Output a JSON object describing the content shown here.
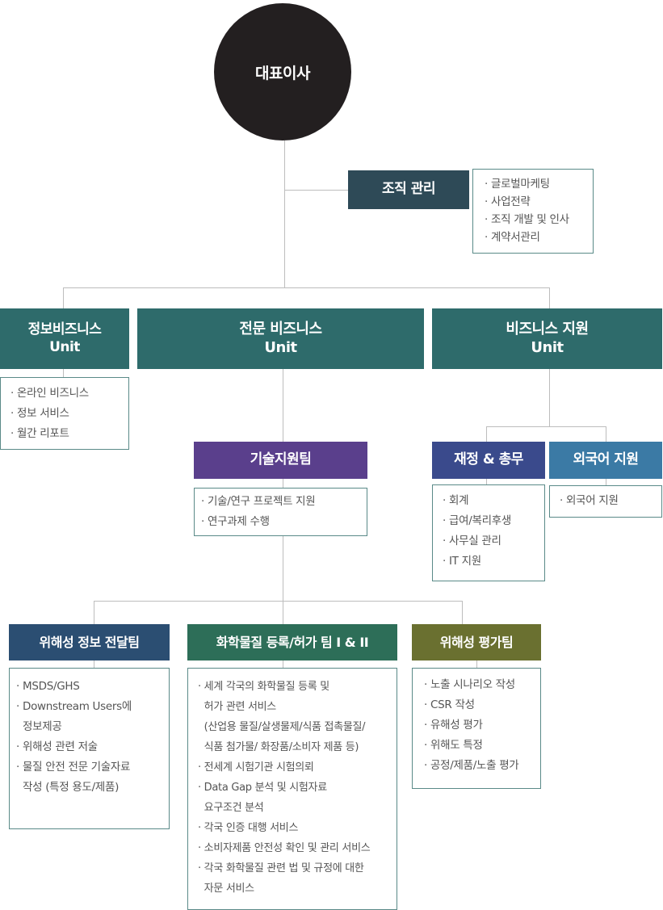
{
  "ceo": {
    "label": "대표이사"
  },
  "org_management": {
    "title": "조직 관리",
    "items": [
      "글로벌마케팅",
      "사업전략",
      "조직 개발 및 인사",
      "계약서관리"
    ]
  },
  "info_business": {
    "title_line1": "정보비즈니스",
    "title_line2": "Unit",
    "items": [
      "온라인 비즈니스",
      "정보 서비스",
      "월간 리포트"
    ]
  },
  "pro_business": {
    "title_line1": "전문 비즈니스",
    "title_line2": "Unit"
  },
  "business_support": {
    "title_line1": "비즈니스 지원",
    "title_line2": "Unit"
  },
  "tech_support": {
    "title": "기술지원팀",
    "items": [
      "기술/연구 프로젝트 지원",
      "연구과제 수행"
    ]
  },
  "finance": {
    "title": "재정 & 총무",
    "items": [
      "회계",
      "급여/복리후생",
      "사무실 관리",
      "IT 지원"
    ]
  },
  "foreign_lang": {
    "title": "외국어 지원",
    "items": [
      "외국어 지원"
    ]
  },
  "hazard_comm": {
    "title": "위해성 정보 전달팀",
    "items": [
      {
        "text": "MSDS/GHS",
        "cont": false
      },
      {
        "text": "Downstream Users에",
        "cont": false
      },
      {
        "text": "정보제공",
        "cont": true
      },
      {
        "text": "위해성 관련 저술",
        "cont": false
      },
      {
        "text": "물질 안전 전문 기술자료",
        "cont": false
      },
      {
        "text": "작성 (특정 용도/제품)",
        "cont": true
      }
    ]
  },
  "chem_reg": {
    "title": "화학물질 등록/허가 팀 I & II",
    "items": [
      {
        "text": "세계 각국의 화학물질 등록 및",
        "cont": false
      },
      {
        "text": "허가 관련 서비스",
        "cont": true
      },
      {
        "text": "(산업용 물질/살생물제/식품 접촉물질/",
        "cont": true
      },
      {
        "text": "식품 첨가물/ 화장품/소비자 제품 등)",
        "cont": true
      },
      {
        "text": "전세계 시험기관 시험의뢰",
        "cont": false
      },
      {
        "text": "Data Gap 분석 및 시험자료",
        "cont": false
      },
      {
        "text": "요구조건 분석",
        "cont": true
      },
      {
        "text": "각국 인증 대행 서비스",
        "cont": false
      },
      {
        "text": "소비자제품 안전성 확인 및 관리 서비스",
        "cont": false
      },
      {
        "text": "각국 화학물질 관련 법 및 규정에 대한",
        "cont": false
      },
      {
        "text": "자문 서비스",
        "cont": true
      }
    ]
  },
  "hazard_eval": {
    "title": "위해성 평가팀",
    "items": [
      "노출 시나리오 작성",
      "CSR 작성",
      "유해성 평가",
      "위해도 특정",
      "공정/제품/노출 평가"
    ]
  },
  "colors": {
    "ceo": "#231f20",
    "org": "#2e4a57",
    "unit": "#2e6b6b",
    "tech": "#5a3f8c",
    "finance": "#3a4a8c",
    "foreign": "#3b7aa5",
    "hazard_comm": "#2b4e72",
    "chem_reg": "#2d6e58",
    "hazard_eval": "#6a7030",
    "border": "#5a8a88",
    "line": "#bdbdbd"
  }
}
